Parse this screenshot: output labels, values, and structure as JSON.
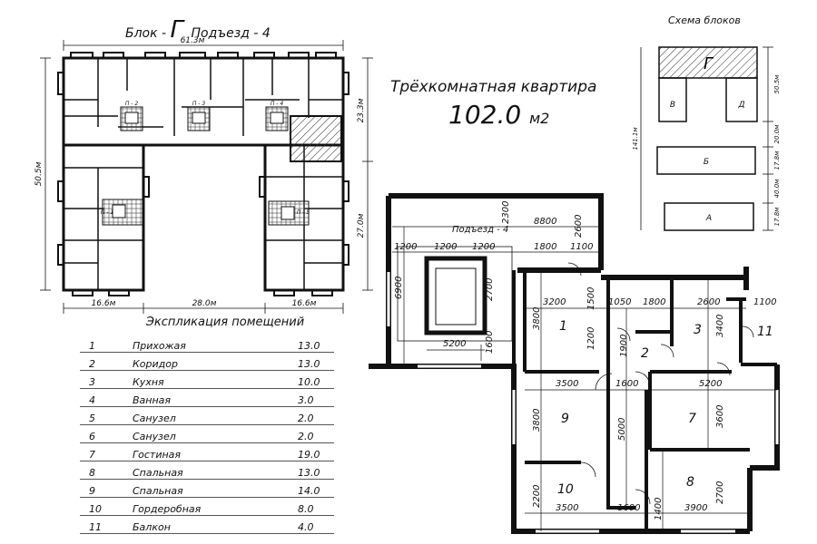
{
  "header": {
    "block_label": "Блок -",
    "block_letter": "Г",
    "entrance_label": "Подъезд - 4"
  },
  "apartment": {
    "title": "Трёхкомнатная квартира",
    "area_value": "102.0",
    "area_unit": "м2"
  },
  "scheme": {
    "title": "Схема блоков",
    "blocks": [
      "Г",
      "В",
      "Д",
      "Б",
      "А"
    ],
    "total_height": "141.1м",
    "dims": [
      "50.5м",
      "20.0м",
      "17.8м",
      "40.0м",
      "17.8м"
    ]
  },
  "site_plan": {
    "overall_width": "61.3м",
    "overall_height": "50.5м",
    "top_depth": "23.3м",
    "wing_depth": "27.0м",
    "bottom_dims": [
      "16.6м",
      "28.0м",
      "16.6м"
    ],
    "stair_labels": [
      "П - 2",
      "П - 3",
      "П - 4",
      "П - 1",
      "П - 5"
    ]
  },
  "explication": {
    "title": "Экспликация помещений",
    "rooms": [
      {
        "n": "1",
        "name": "Прихожая",
        "area": "13.0"
      },
      {
        "n": "2",
        "name": "Коридор",
        "area": "13.0"
      },
      {
        "n": "3",
        "name": "Кухня",
        "area": "10.0"
      },
      {
        "n": "4",
        "name": "Ванная",
        "area": "3.0"
      },
      {
        "n": "5",
        "name": "Санузел",
        "area": "2.0"
      },
      {
        "n": "6",
        "name": "Санузел",
        "area": "2.0"
      },
      {
        "n": "7",
        "name": "Гостиная",
        "area": "19.0"
      },
      {
        "n": "8",
        "name": "Спальная",
        "area": "13.0"
      },
      {
        "n": "9",
        "name": "Спальная",
        "area": "14.0"
      },
      {
        "n": "10",
        "name": "Гордеробная",
        "area": "8.0"
      },
      {
        "n": "11",
        "name": "Балкон",
        "area": "4.0"
      }
    ]
  },
  "floor_plan": {
    "entrance_label": "Подъезд - 4",
    "room_numbers": [
      "1",
      "2",
      "3",
      "7",
      "8",
      "9",
      "10",
      "11"
    ],
    "dims": {
      "d2300": "2300",
      "d8800": "8800",
      "d2600a": "2600",
      "d1200a": "1200",
      "d1200b": "1200",
      "d1200c": "1200",
      "d1800a": "1800",
      "d1100a": "1100",
      "d6900": "6900",
      "d2700": "2700",
      "d1600a": "1600",
      "d5200a": "5200",
      "d3200": "3200",
      "d1500": "1500",
      "d1050": "1050",
      "d1800b": "1800",
      "d2600b": "2600",
      "d1100b": "1100",
      "d3800a": "3800",
      "d1200d": "1200",
      "d1900": "1900",
      "d3400": "3400",
      "d3500a": "3500",
      "d1600b": "1600",
      "d5200b": "5200",
      "d3800b": "3800",
      "d5000": "5000",
      "d3600": "3600",
      "d2200": "2200",
      "d3500b": "3500",
      "d1600c": "1600",
      "d1400": "1400",
      "d3900": "3900",
      "d2700b": "2700"
    }
  }
}
